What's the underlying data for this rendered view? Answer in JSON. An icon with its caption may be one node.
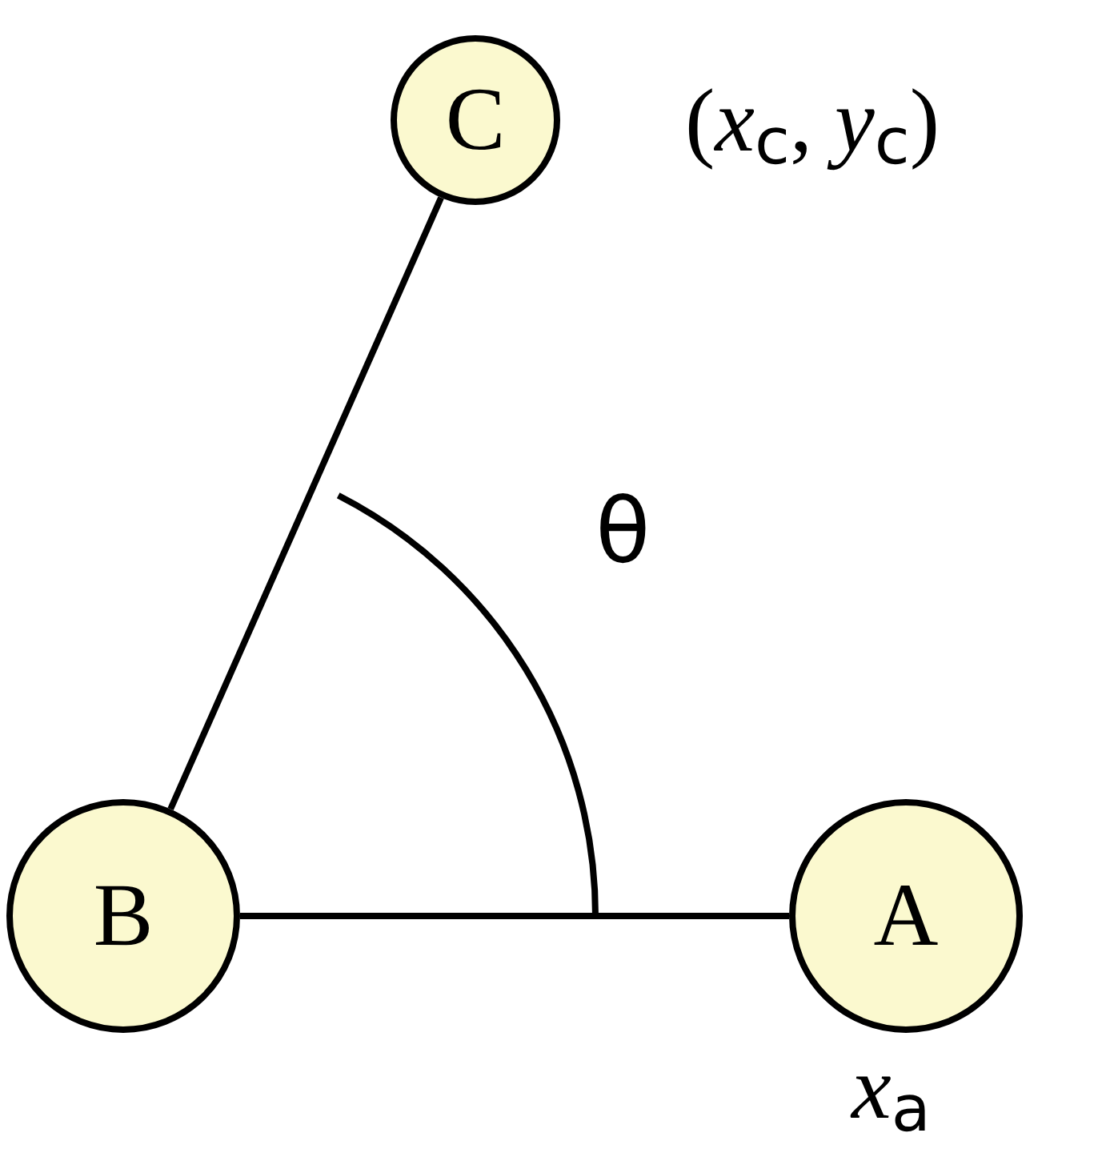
{
  "diagram": {
    "nodes": [
      {
        "text": [
          "C"
        ],
        "beside": [
          "(*x*$_{c}$, *y*$_{c}$)"
        ]
      },
      {
        "text": [
          "B"
        ]
      },
      {
        "text": [
          "A"
        ],
        "beside": [
          "*x*$_{a}$"
        ]
      }
    ],
    "edges": [
      {
        "from": 0,
        "to": 1,
        "arrow": "none"
      },
      {
        "from": 1,
        "to": 2,
        "arrow": "none"
      }
    ],
    "labels": [
      "θ"
    ]
  }
}
